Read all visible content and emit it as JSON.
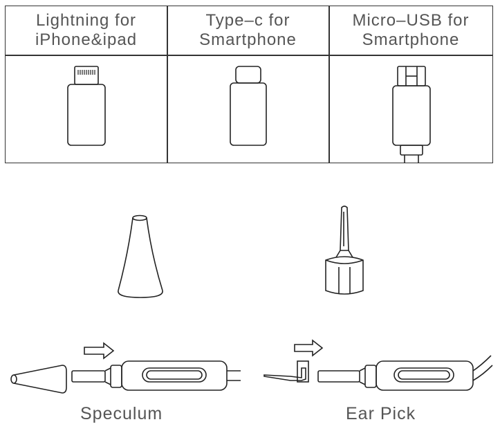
{
  "table": {
    "columns": [
      {
        "line1": "Lightning for",
        "line2": "iPhone&ipad",
        "icon": "lightning-adapter-icon"
      },
      {
        "line1": "Type–c for",
        "line2": "Smartphone",
        "icon": "type-c-adapter-icon"
      },
      {
        "line1": "Micro–USB for",
        "line2": "Smartphone",
        "icon": "micro-usb-adapter-icon"
      }
    ]
  },
  "accessories": [
    {
      "icon": "speculum-icon"
    },
    {
      "icon": "ear-pick-icon"
    }
  ],
  "assembly": [
    {
      "caption": "Speculum",
      "icon": "speculum-assembly-icon"
    },
    {
      "caption": "Ear Pick",
      "icon": "ear-pick-assembly-icon"
    }
  ],
  "colors": {
    "line": "#333333",
    "text": "#555555"
  }
}
